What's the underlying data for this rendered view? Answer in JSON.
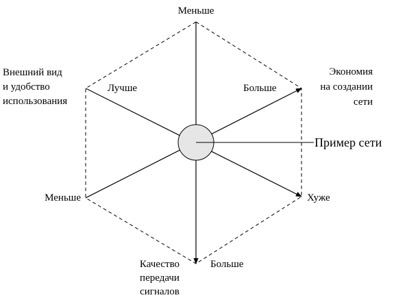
{
  "labels": {
    "top": "Меньше",
    "top_left_line1": "Внешний вид",
    "top_left_line2": "и удобство",
    "top_left_line3": "использования",
    "upper_left_inner": "Лучше",
    "upper_right_inner": "Больше",
    "top_right_line1": "Экономия",
    "top_right_line2": "на создании",
    "top_right_line3": "сети",
    "example": "Пример сети",
    "lower_left": "Меньше",
    "lower_right": "Хуже",
    "bottom_line1": "Качество",
    "bottom_line2": "передачи",
    "bottom_line3": "сигналов",
    "bottom_right": "Больше"
  },
  "colors": {
    "line": "#000000",
    "circle_fill": "#e6e6e6"
  }
}
